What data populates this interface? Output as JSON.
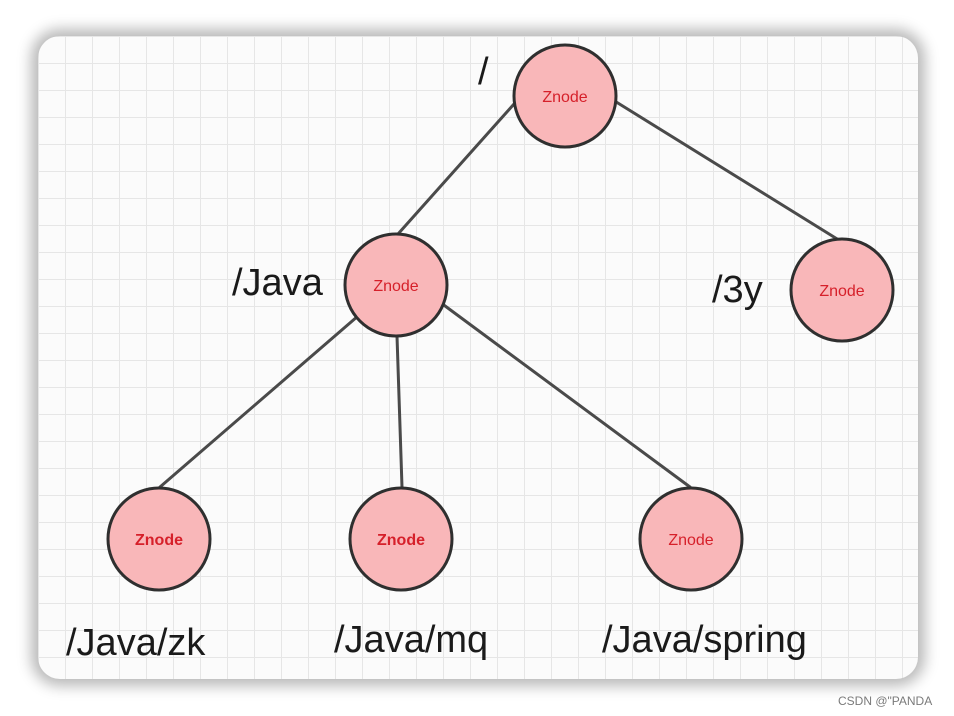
{
  "diagram": {
    "nodes": [
      {
        "id": "root",
        "label": "Znode",
        "path": "/"
      },
      {
        "id": "java",
        "label": "Znode",
        "path": "/Java"
      },
      {
        "id": "3y",
        "label": "Znode",
        "path": "/3y"
      },
      {
        "id": "java-zk",
        "label": "Znode",
        "path": "/Java/zk"
      },
      {
        "id": "java-mq",
        "label": "Znode",
        "path": "/Java/mq"
      },
      {
        "id": "java-spring",
        "label": "Znode",
        "path": "/Java/spring"
      }
    ],
    "edges": [
      {
        "from": "root",
        "to": "java"
      },
      {
        "from": "root",
        "to": "3y"
      },
      {
        "from": "java",
        "to": "java-zk"
      },
      {
        "from": "java",
        "to": "java-mq"
      },
      {
        "from": "java",
        "to": "java-spring"
      }
    ],
    "colors": {
      "node_fill": "#f9b7b9",
      "node_stroke": "#2f2f2f",
      "node_text": "#d6202a",
      "edge": "#4a4a4a",
      "label": "#1a1a1a"
    }
  },
  "watermark": "CSDN @\"PANDA"
}
